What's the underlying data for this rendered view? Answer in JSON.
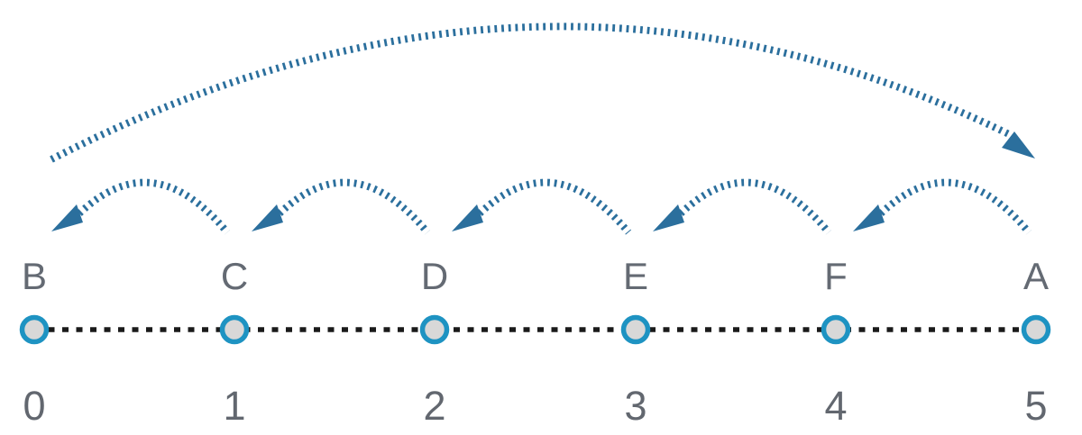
{
  "figure": {
    "background_color": "#ffffff",
    "number_line": {
      "line_color": "#1a1a1a",
      "line_style": "dotted",
      "point_fill_color": "#d8d8d8",
      "point_ring_color": "#1e93c2",
      "text_color": "#646a73",
      "points": [
        {
          "label": "B",
          "value": "0"
        },
        {
          "label": "C",
          "value": "1"
        },
        {
          "label": "D",
          "value": "2"
        },
        {
          "label": "E",
          "value": "3"
        },
        {
          "label": "F",
          "value": "4"
        },
        {
          "label": "A",
          "value": "5"
        }
      ]
    },
    "arrows": {
      "color": "#2b6f9d",
      "style": "dashed",
      "long_arc": {
        "from_label": "B",
        "from_value": "0",
        "to_label": "A",
        "to_value": "5",
        "arrowhead_at": "right-end"
      },
      "step_arcs": [
        {
          "from_label": "C",
          "from_value": "1",
          "to_label": "B",
          "to_value": "0",
          "arrowhead_at": "left-end"
        },
        {
          "from_label": "D",
          "from_value": "2",
          "to_label": "C",
          "to_value": "1",
          "arrowhead_at": "left-end"
        },
        {
          "from_label": "E",
          "from_value": "3",
          "to_label": "D",
          "to_value": "2",
          "arrowhead_at": "left-end"
        },
        {
          "from_label": "F",
          "from_value": "4",
          "to_label": "E",
          "to_value": "3",
          "arrowhead_at": "left-end"
        },
        {
          "from_label": "A",
          "from_value": "5",
          "to_label": "F",
          "to_value": "4",
          "arrowhead_at": "left-end"
        }
      ]
    }
  }
}
